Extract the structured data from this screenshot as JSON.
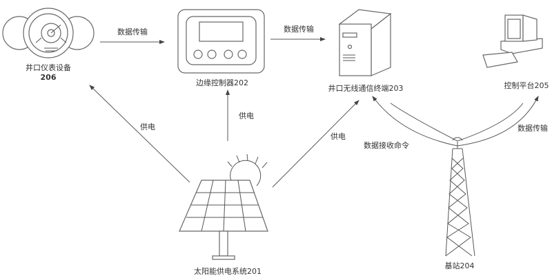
{
  "nodes": {
    "instrument": {
      "label": "井口仪表设备",
      "number": "206"
    },
    "edge_controller": {
      "label": "边缘控制器202"
    },
    "wireless_terminal": {
      "label": "井口无线通信终端203"
    },
    "control_platform": {
      "label": "控制平台205"
    },
    "solar_system": {
      "label": "太阳能供电系统201"
    },
    "base_station": {
      "label": "基站204"
    }
  },
  "edges": {
    "instrument_to_controller": "数据传输",
    "controller_to_terminal": "数据传输",
    "solar_to_instrument": "供电",
    "solar_to_controller": "供电",
    "solar_to_terminal": "供电",
    "station_to_terminal": "数据接收命令",
    "station_to_platform": "数据传输"
  },
  "colors": {
    "line": "#555555",
    "text": "#333333"
  }
}
